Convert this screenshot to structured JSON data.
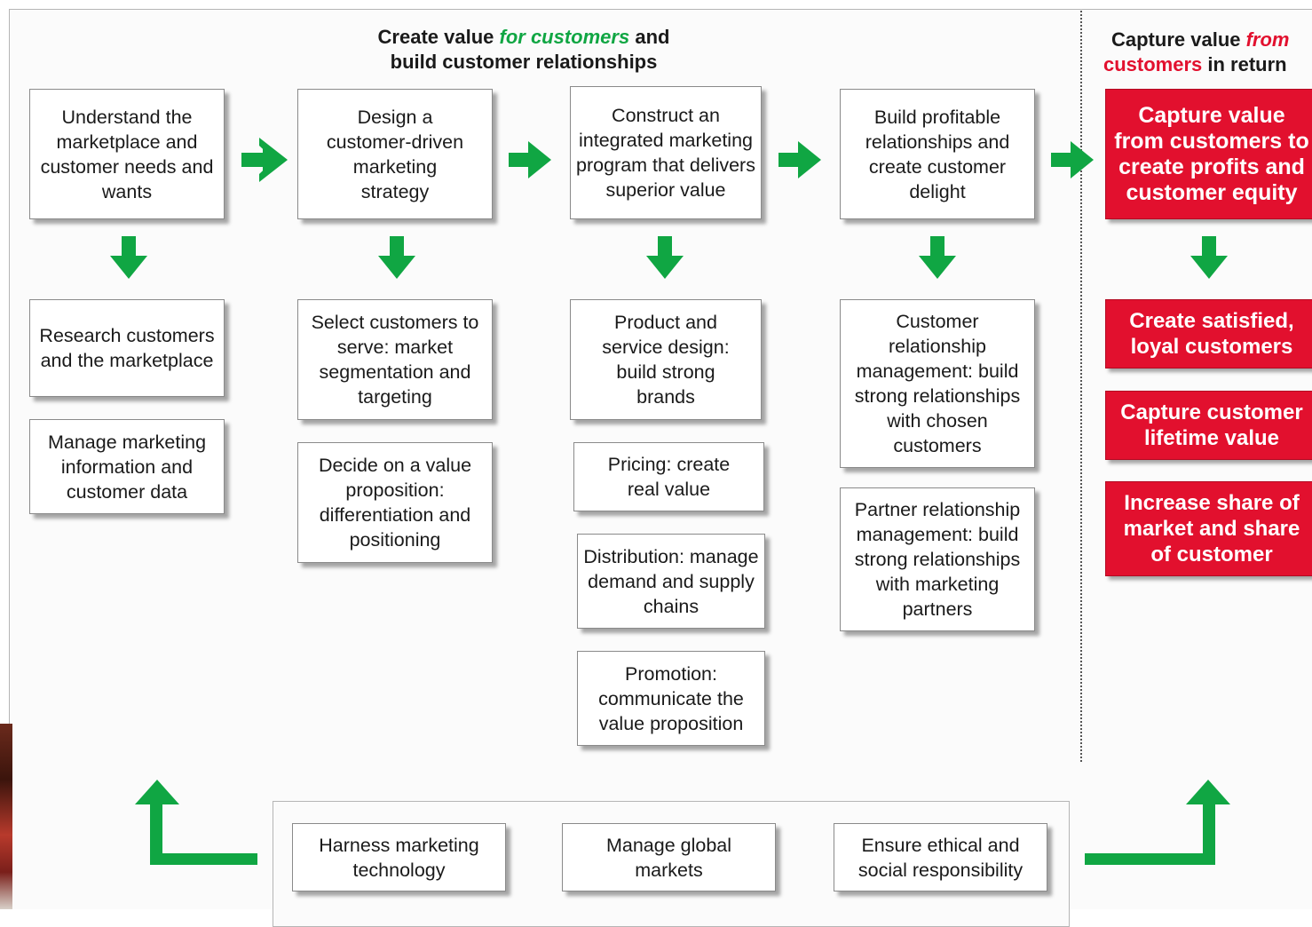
{
  "colors": {
    "green": "#10a643",
    "red": "#e2102e"
  },
  "header_left": {
    "pre": "Create value ",
    "em": "for customers",
    "post": " and",
    "line2": "build customer relationships"
  },
  "header_right": {
    "pre": "Capture value ",
    "em": "from",
    "line2_red": "customers",
    "line2_post": " in return"
  },
  "steps": [
    "Understand the marketplace and customer needs and wants",
    "Design a customer-driven marketing strategy",
    "Construct an integrated marketing program that delivers superior value",
    "Build profitable relationships and create customer delight",
    "Capture value from customers to create profits and customer equity"
  ],
  "column1": [
    "Research customers and the marketplace",
    "Manage marketing information and customer data"
  ],
  "column2": [
    "Select customers to serve: market segmentation and targeting",
    "Decide on a value proposition: differentiation and positioning"
  ],
  "column3": [
    "Product and service design: build strong brands",
    "Pricing: create real value",
    "Distribution: manage demand and supply chains",
    "Promotion: communicate the value proposition"
  ],
  "column4": [
    "Customer relationship management: build strong relationships with chosen customers",
    "Partner relationship management: build strong relationships with marketing partners"
  ],
  "column5": [
    "Create satisfied, loyal customers",
    "Capture customer lifetime value",
    "Increase share of market and share of customer"
  ],
  "bottom": [
    "Harness marketing technology",
    "Manage global markets",
    "Ensure ethical and social responsibility"
  ]
}
